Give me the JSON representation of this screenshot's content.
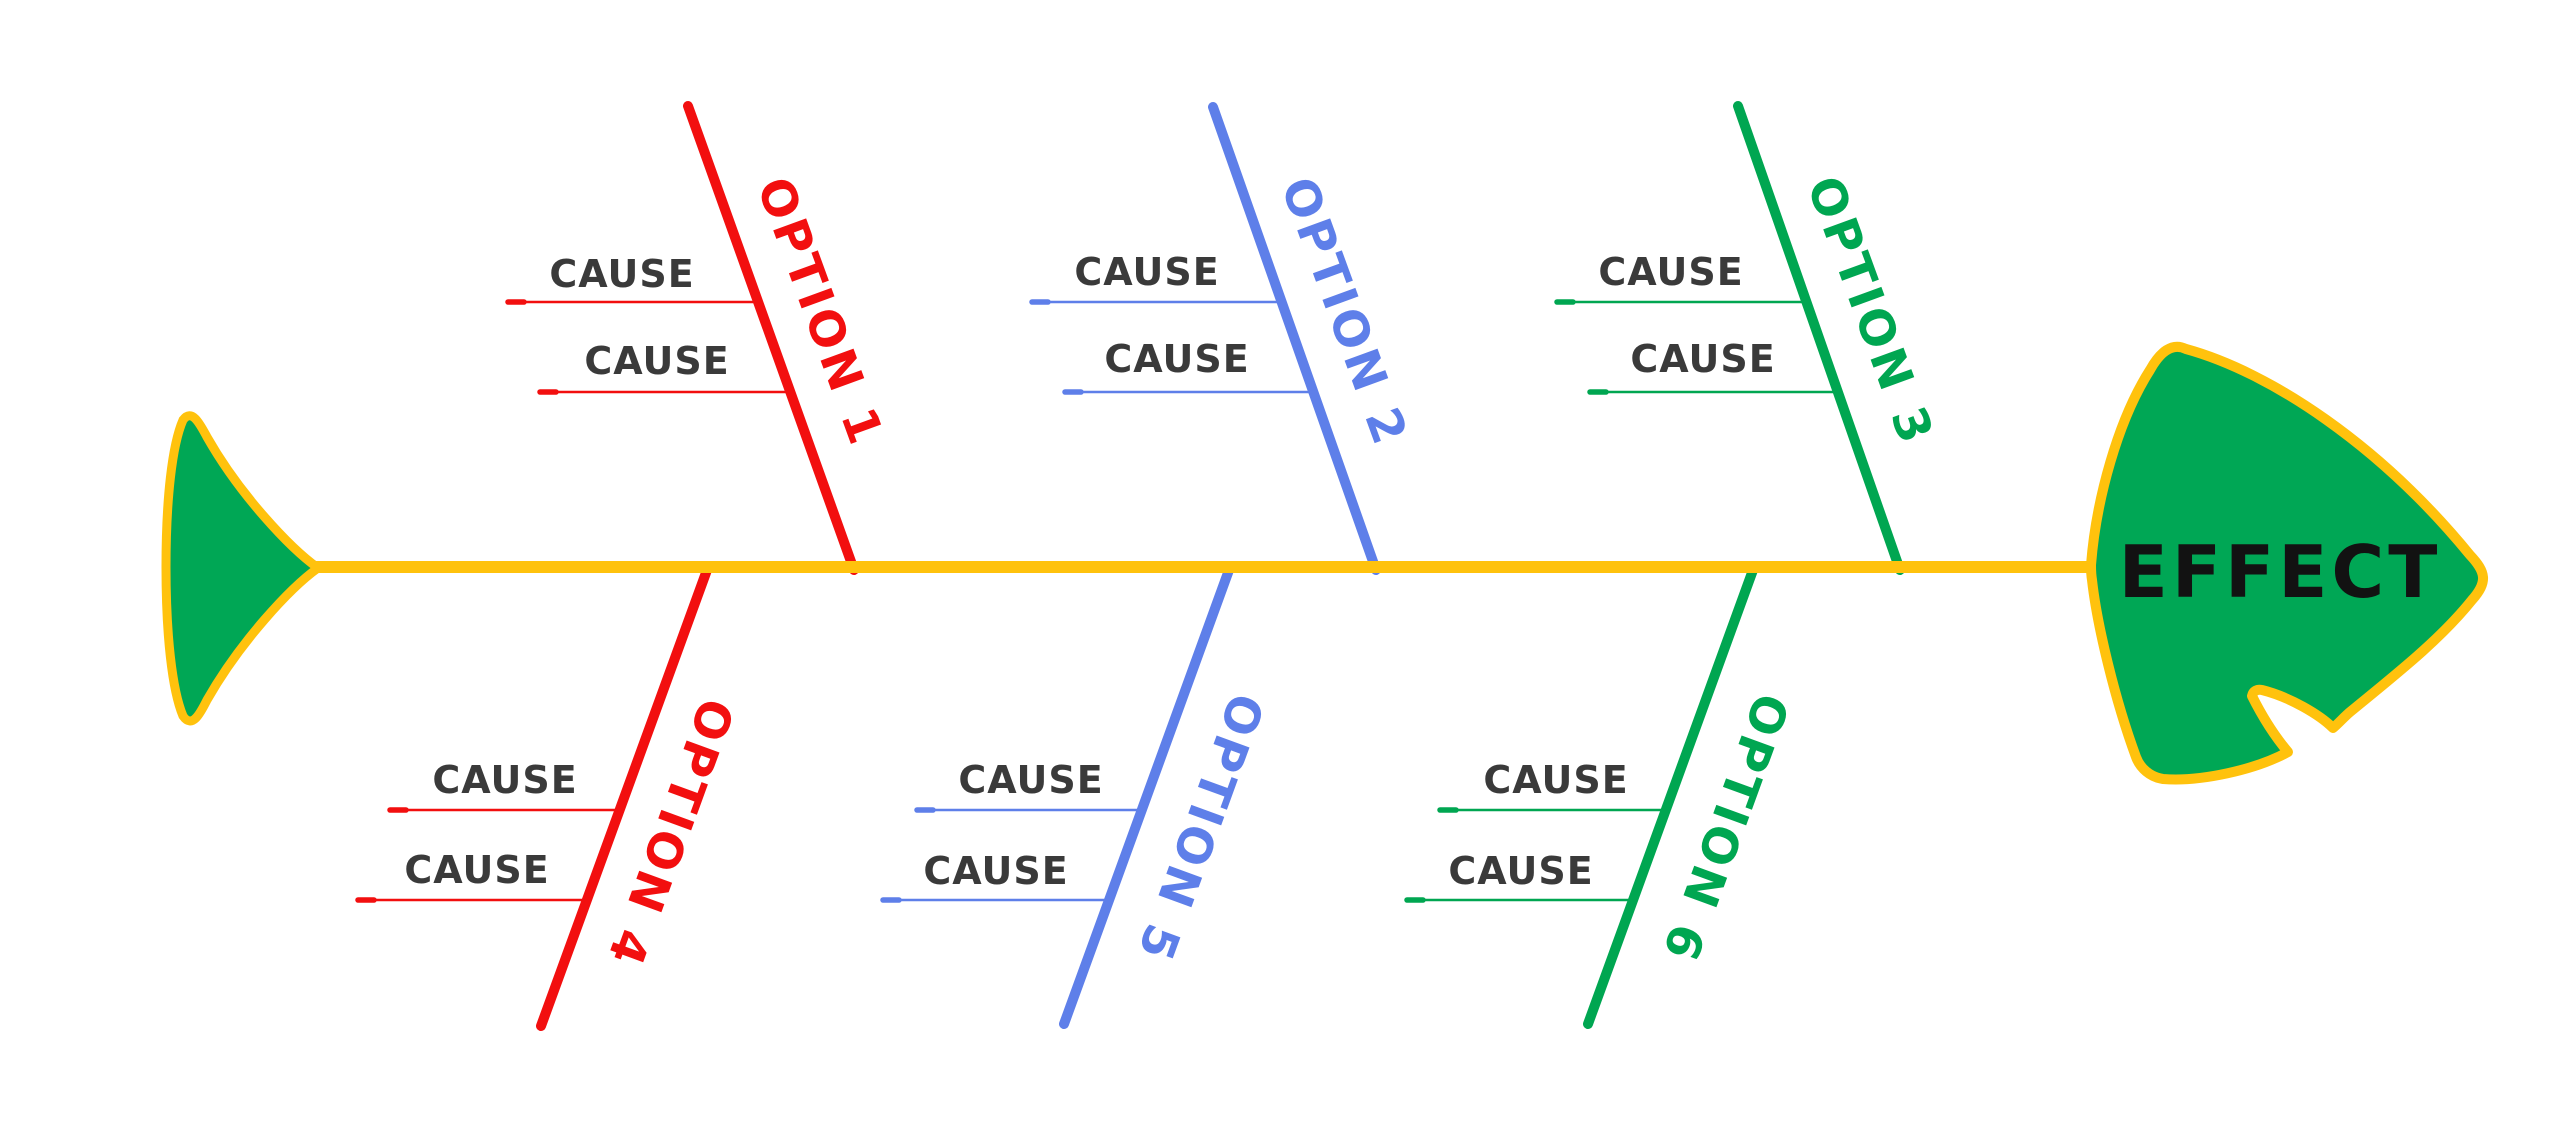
{
  "diagram": {
    "type": "fishbone",
    "effect_label": "EFFECT",
    "branches": [
      {
        "label": "OPTION 1",
        "color": "#f20f0f",
        "position": "top",
        "causes": [
          "CAUSE",
          "CAUSE"
        ]
      },
      {
        "label": "OPTION 2",
        "color": "#5e7fe9",
        "position": "top",
        "causes": [
          "CAUSE",
          "CAUSE"
        ]
      },
      {
        "label": "OPTION 3",
        "color": "#00a651",
        "position": "top",
        "causes": [
          "CAUSE",
          "CAUSE"
        ]
      },
      {
        "label": "OPTION 4",
        "color": "#f20f0f",
        "position": "bottom",
        "causes": [
          "CAUSE",
          "CAUSE"
        ]
      },
      {
        "label": "OPTION 5",
        "color": "#5e7fe9",
        "position": "bottom",
        "causes": [
          "CAUSE",
          "CAUSE"
        ]
      },
      {
        "label": "OPTION 6",
        "color": "#00a651",
        "position": "bottom",
        "causes": [
          "CAUSE",
          "CAUSE"
        ]
      }
    ],
    "colors": {
      "spine": "#ffc20d",
      "head_fill": "#00a755",
      "head_outline": "#ffc20d",
      "tail_fill": "#00a755",
      "tail_outline": "#ffc20d",
      "red_branch": "#f20f0f",
      "blue_branch": "#5e7fe9",
      "green_branch": "#00a651",
      "cause_text": "#3a3a3a",
      "effect_text": "#121212",
      "background": "#ffffff"
    }
  }
}
